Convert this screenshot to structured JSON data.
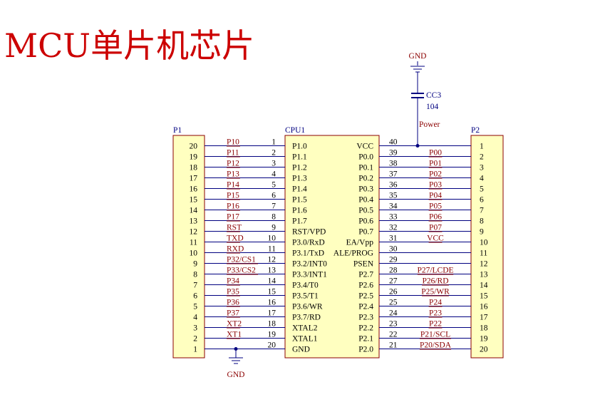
{
  "title": "MCU单片机芯片",
  "components": {
    "p1": {
      "ref": "P1"
    },
    "p2": {
      "ref": "P2"
    },
    "cpu": {
      "ref": "CPU1"
    },
    "cap": {
      "ref": "CC3",
      "value": "104"
    },
    "gnd_top": "GND",
    "gnd_bottom": "GND",
    "power_net": "Power"
  },
  "p1_pins": [
    "20",
    "19",
    "18",
    "17",
    "16",
    "15",
    "14",
    "13",
    "12",
    "11",
    "10",
    "9",
    "8",
    "7",
    "6",
    "5",
    "4",
    "3",
    "2",
    "1"
  ],
  "p2_pins": [
    "1",
    "2",
    "3",
    "4",
    "5",
    "6",
    "7",
    "8",
    "9",
    "10",
    "11",
    "12",
    "13",
    "14",
    "15",
    "16",
    "17",
    "18",
    "19",
    "20"
  ],
  "left_nets": [
    "P10",
    "P11",
    "P12",
    "P13",
    "P14",
    "P15",
    "P16",
    "P17",
    "RST",
    "TXD",
    "RXD",
    "P32/CS1",
    "P33/CS2",
    "P34",
    "P35",
    "P36",
    "P37",
    "XT2",
    "XT1",
    ""
  ],
  "left_pin_numbers": [
    "1",
    "2",
    "3",
    "4",
    "5",
    "6",
    "7",
    "8",
    "9",
    "10",
    "11",
    "12",
    "13",
    "14",
    "15",
    "16",
    "17",
    "18",
    "19",
    "20"
  ],
  "left_pin_names": [
    "P1.0",
    "P1.1",
    "P1.2",
    "P1.3",
    "P1.4",
    "P1.5",
    "P1.6",
    "P1.7",
    "RST/VPD",
    "P3.0/RxD",
    "P3.1/TxD",
    "P3.2/INT0",
    "P3.3/INT1",
    "P3.4/T0",
    "P3.5/T1",
    "P3.6/WR",
    "P3.7/RD",
    "XTAL2",
    "XTAL1",
    "GND"
  ],
  "right_pin_names": [
    "VCC",
    "P0.0",
    "P0.1",
    "P0.2",
    "P0.3",
    "P0.4",
    "P0.5",
    "P0.6",
    "P0.7",
    "EA/Vpp",
    "ALE/PROG",
    "PSEN",
    "P2.7",
    "P2.6",
    "P2.5",
    "P2.4",
    "P2.3",
    "P2.2",
    "P2.1",
    "P2.0"
  ],
  "right_pin_numbers": [
    "40",
    "39",
    "38",
    "37",
    "36",
    "35",
    "34",
    "33",
    "32",
    "31",
    "30",
    "29",
    "28",
    "27",
    "26",
    "25",
    "24",
    "23",
    "22",
    "21"
  ],
  "right_nets": [
    "",
    "P00",
    "P01",
    "P02",
    "P03",
    "P04",
    "P05",
    "P06",
    "P07",
    "VCC",
    "",
    "",
    "P27/LCDE",
    "P26/RD",
    "P25/WR",
    "P24",
    "P23",
    "P22",
    "P21/SCL",
    "P20/SDA"
  ],
  "colors": {
    "title": "#cc0000",
    "wire": "#000080",
    "body_fill": "#ffffc0",
    "body_stroke": "#8b0000",
    "net_label": "#8b0000",
    "ref_label": "#000080",
    "text": "#000000"
  }
}
